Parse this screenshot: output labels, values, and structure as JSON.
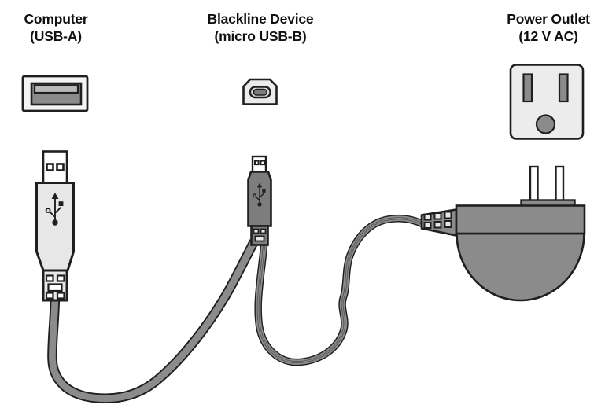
{
  "diagram": {
    "labels": {
      "computer": {
        "line1": "Computer",
        "line2": "(USB-A)"
      },
      "device": {
        "line1": "Blackline Device",
        "line2": "(micro USB-B)"
      },
      "outlet": {
        "line1": "Power Outlet",
        "line2": "(12 V AC)"
      }
    },
    "icons": {
      "usb_a_port": "usb-a-port-icon",
      "micro_usb_port": "micro-usb-port-icon",
      "power_outlet": "power-outlet-icon",
      "usb_a_plug": "usb-a-plug-icon",
      "micro_usb_plug": "micro-usb-plug-icon",
      "power_adapter": "power-adapter-icon",
      "usb_trident": "usb-trident-icon",
      "cable": "cable-icon"
    },
    "colors": {
      "outline": "#1f1f1f",
      "panel": "#f4f4f4",
      "face": "#ececec",
      "light": "#e7e7e7",
      "mid": "#8b8b8b",
      "dark": "#7d7d7d",
      "tab": "#b9b9b9",
      "band": "#4f4f4f",
      "white": "#ffffff",
      "text": "#101010",
      "background": "#ffffff"
    }
  }
}
